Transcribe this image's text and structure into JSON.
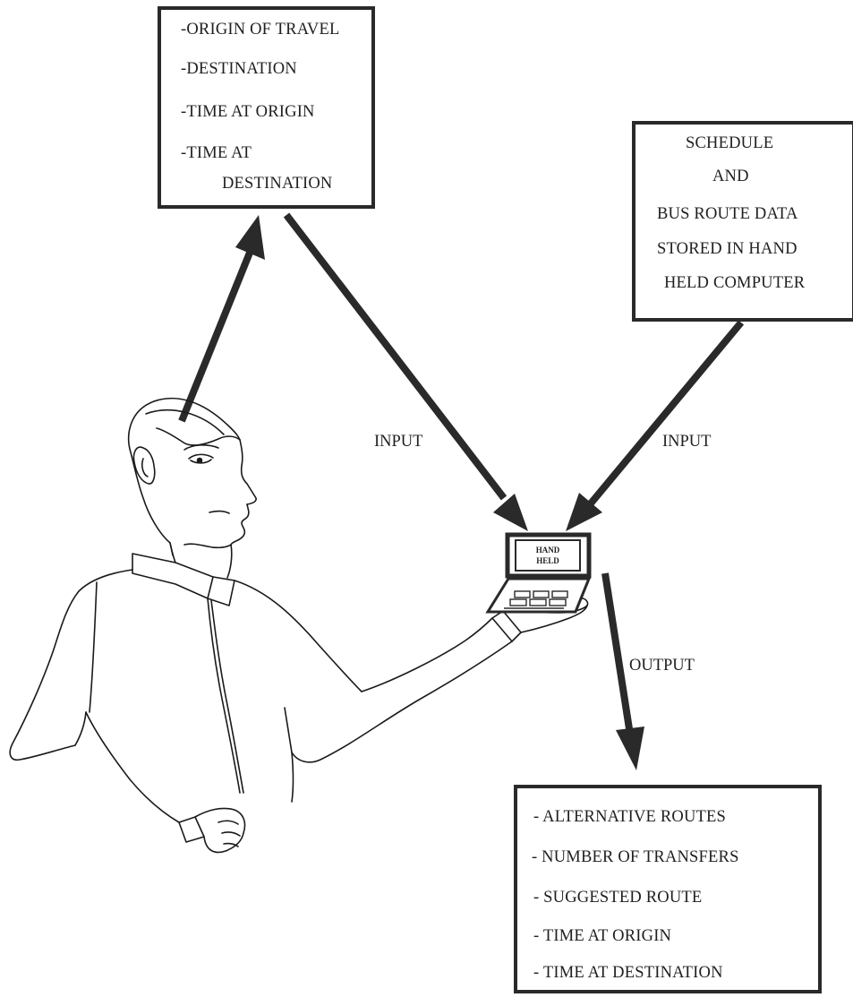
{
  "trip_input_box": {
    "lines": [
      "-ORIGIN OF TRAVEL",
      "-DESTINATION",
      "-TIME AT ORIGIN",
      "-TIME AT",
      "DESTINATION"
    ]
  },
  "schedule_box": {
    "lines": [
      "SCHEDULE",
      "AND",
      "BUS ROUTE DATA",
      "STORED IN HAND",
      "HELD COMPUTER"
    ]
  },
  "output_box": {
    "lines": [
      "- ALTERNATIVE ROUTES",
      "- NUMBER OF TRANSFERS",
      "- SUGGESTED ROUTE",
      "- TIME AT ORIGIN",
      "- TIME AT DESTINATION"
    ]
  },
  "arrow_labels": {
    "input_left": "INPUT",
    "input_right": "INPUT",
    "output": "OUTPUT"
  },
  "device": {
    "screen_line1": "HAND",
    "screen_line2": "HELD"
  },
  "colors": {
    "stroke": "#2a2a2a",
    "text": "#1f1f1f",
    "background": "#ffffff"
  }
}
